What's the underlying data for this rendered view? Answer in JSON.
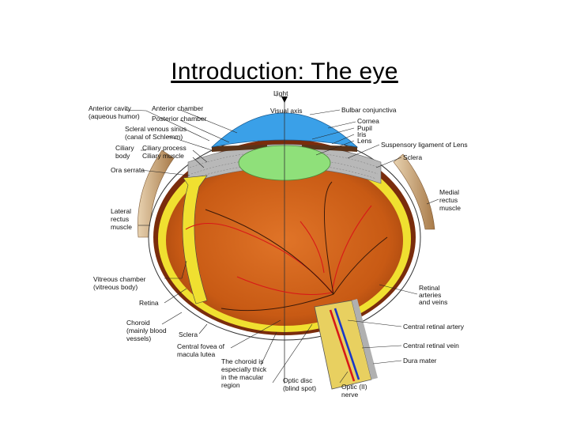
{
  "slide": {
    "title": "Introduction: The eye"
  },
  "diagram": {
    "labels": {
      "light": "Light",
      "visual_axis": "Visual axis",
      "anterior_cavity_1": "Anterior cavity",
      "anterior_cavity_2": "(aqueous humor)",
      "anterior_chamber": "Anterior chamber",
      "posterior_chamber": "Posterior chamber",
      "scleral_venous_sinus_1": "Scleral venous sinus",
      "scleral_venous_sinus_2": "(canal of Schlemm)",
      "ciliary_body_1": "Ciliary",
      "ciliary_body_2": "body",
      "ciliary_process": "Ciliary process",
      "ciliary_muscle": "Ciliary muscle",
      "ora_serrata": "Ora serrata",
      "lateral_rectus_1": "Lateral",
      "lateral_rectus_2": "rectus",
      "lateral_rectus_3": "muscle",
      "vitreous_chamber_1": "Vitreous chamber",
      "vitreous_chamber_2": "(vitreous body)",
      "retina": "Retina",
      "choroid_1": "Choroid",
      "choroid_2": "(mainly blood",
      "choroid_3": "vessels)",
      "sclera_bottom": "Sclera",
      "central_fovea_1": "Central fovea of",
      "central_fovea_2": "macula lutea",
      "choroid_thick_1": "The choroid is",
      "choroid_thick_2": "especially thick",
      "choroid_thick_3": "in the macular",
      "choroid_thick_4": "region",
      "optic_disc_1": "Optic disc",
      "optic_disc_2": "(blind spot)",
      "optic_nerve_1": "Optic (II)",
      "optic_nerve_2": "nerve",
      "bulbar_conjunctiva": "Bulbar conjunctiva",
      "cornea": "Cornea",
      "pupil": "Pupil",
      "iris": "Iris",
      "lens": "Lens",
      "suspensory_ligament": "Suspensory ligament of Lens",
      "sclera_right": "Sclera",
      "medial_rectus_1": "Medial",
      "medial_rectus_2": "rectus",
      "medial_rectus_3": "muscle",
      "retinal_vessels_1": "Retinal",
      "retinal_vessels_2": "arteries",
      "retinal_vessels_3": "and veins",
      "central_retinal_artery": "Central retinal artery",
      "central_retinal_vein": "Central retinal vein",
      "dura_mater": "Dura mater"
    }
  },
  "colors": {
    "vitreous": "#d2661e",
    "retina": "#f0e030",
    "cornea": "#3aa0e8",
    "lens": "#8fe07a",
    "ciliary": "#b8b8b8",
    "artery": "#d81818",
    "vein": "#1838c8",
    "muscle": "#c8a070"
  }
}
